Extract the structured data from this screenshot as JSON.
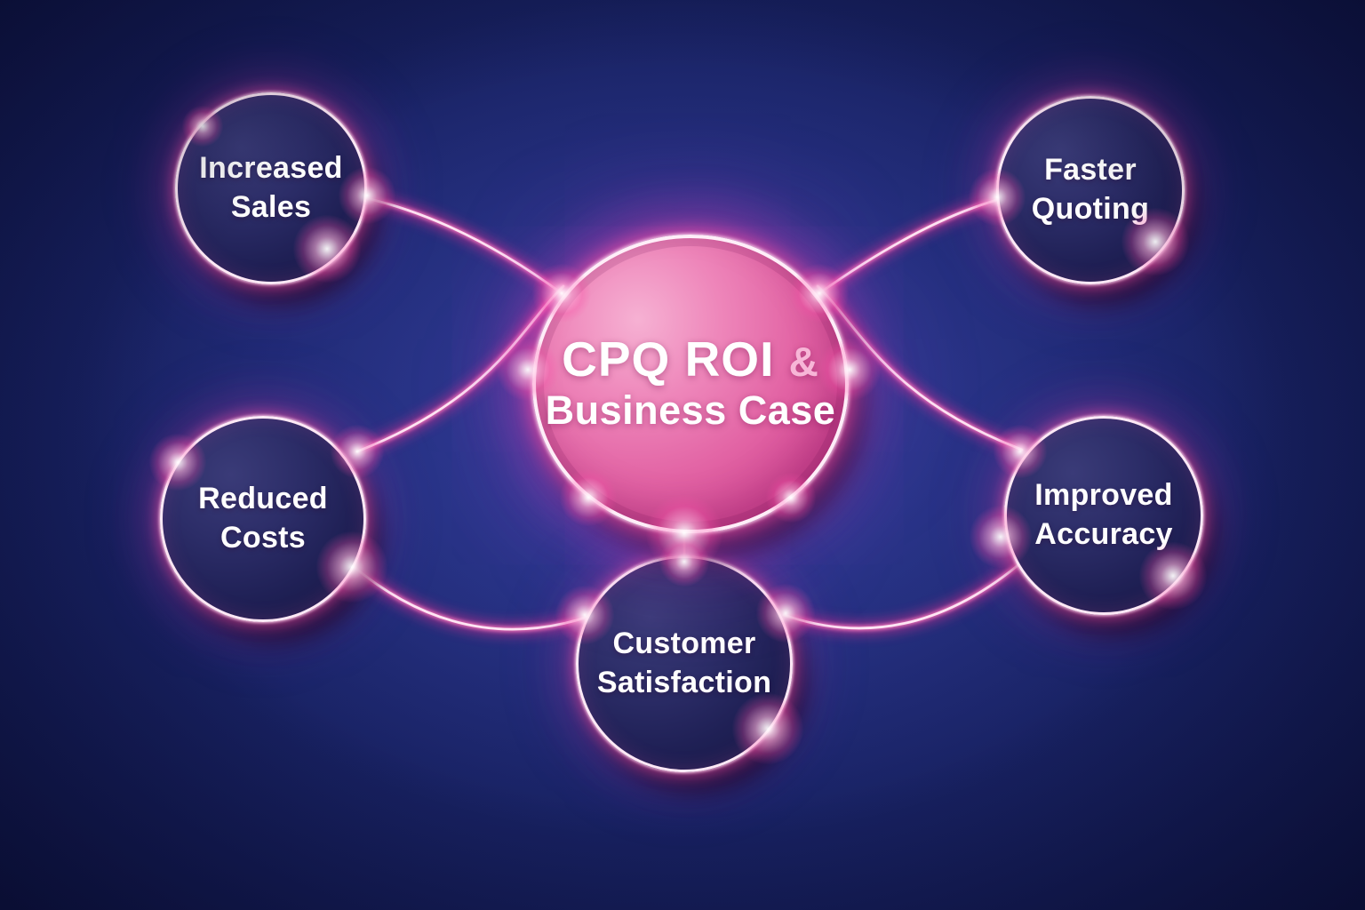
{
  "diagram": {
    "center": {
      "title_main": "CPQ ROI",
      "title_amp": "&",
      "title_sub": "Business Case"
    },
    "nodes": [
      {
        "id": "increased-sales",
        "label": "Increased\nSales"
      },
      {
        "id": "faster-quoting",
        "label": "Faster\nQuoting"
      },
      {
        "id": "reduced-costs",
        "label": "Reduced\nCosts"
      },
      {
        "id": "improved-accuracy",
        "label": "Improved\nAccuracy"
      },
      {
        "id": "customer-satisfaction",
        "label": "Customer\nSatisfaction"
      }
    ],
    "colors": {
      "background_navy": "#0f1549",
      "background_blue": "#1e2b78",
      "center_pink": "#e263a4",
      "neon_pink": "#ff2f96",
      "ring_white": "#ffe9f6",
      "node_navy": "#1f2055",
      "text_white": "#ffffff"
    }
  }
}
